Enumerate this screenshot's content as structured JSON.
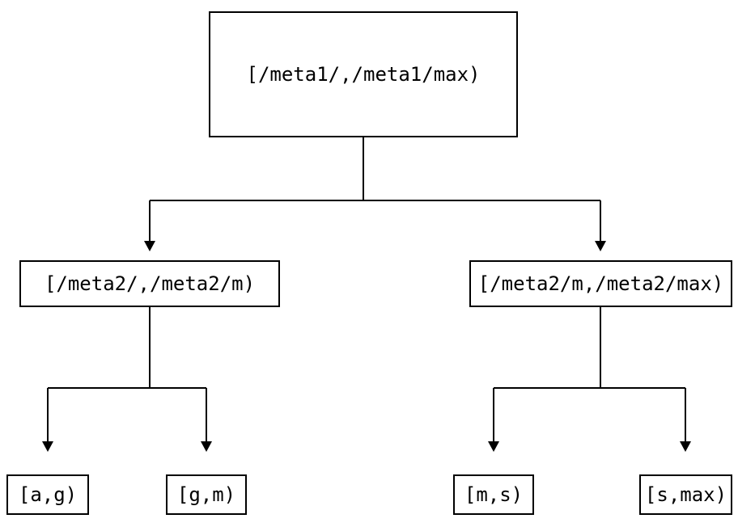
{
  "diagram": {
    "type": "interval-partition-tree",
    "nodes": {
      "root": {
        "label": "[/meta1/,/meta1/max)"
      },
      "left_child": {
        "label": "[/meta2/,/meta2/m)"
      },
      "right_child": {
        "label": "[/meta2/m,/meta2/max)"
      },
      "leaf_ag": {
        "label": "[a,g)"
      },
      "leaf_gm": {
        "label": "[g,m)"
      },
      "leaf_ms": {
        "label": "[m,s)"
      },
      "leaf_smax": {
        "label": "[s,max)"
      }
    },
    "edges": [
      {
        "from": "root",
        "to": "left_child"
      },
      {
        "from": "root",
        "to": "right_child"
      },
      {
        "from": "left_child",
        "to": "leaf_ag"
      },
      {
        "from": "left_child",
        "to": "leaf_gm"
      },
      {
        "from": "right_child",
        "to": "leaf_ms"
      },
      {
        "from": "right_child",
        "to": "leaf_smax"
      }
    ],
    "colors": {
      "line": "#000000",
      "border": "#000000",
      "text": "#000000",
      "background": "#ffffff"
    }
  }
}
